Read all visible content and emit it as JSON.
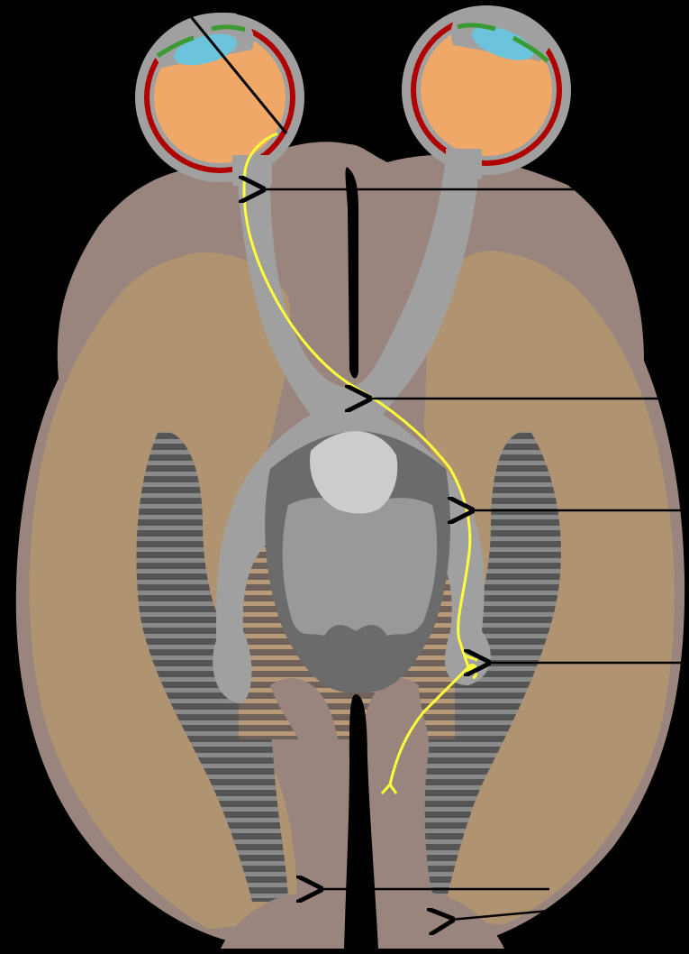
{
  "diagram": {
    "labels": [],
    "colors": {
      "background": "#000000",
      "brain_outer": "#9a857e",
      "cortex": "#b09472",
      "optic_pathway": "#a0a0a0",
      "thalamus_dark": "#6b6b6b",
      "thalamus_mid": "#999999",
      "thalamus_light": "#cccccc",
      "striped_dark": "#555555",
      "eye_lens": "#f0a868",
      "eye_sclera": "#a0a0a0",
      "eye_choroid": "#b00000",
      "eye_cornea_fluid": "#6cc4dc",
      "iris_muscle": "#3c9a32",
      "neuron_path": "#ffff3a",
      "pointer": "#000000"
    },
    "pointer_targets": [
      "eye",
      "optic-nerve",
      "optic-chiasm",
      "optic-tract",
      "lateral-geniculate-nucleus",
      "optic-radiation",
      "visual-cortex"
    ]
  }
}
